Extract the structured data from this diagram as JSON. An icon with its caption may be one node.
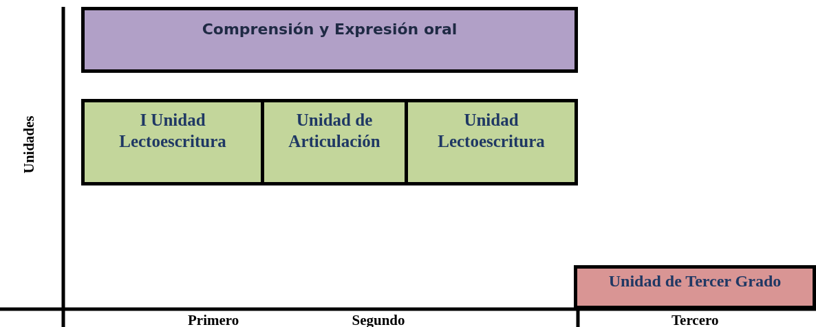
{
  "diagram": {
    "nodes": [
      {
        "text": [
          "Comprensión y Expresión oral"
        ]
      },
      {
        "text": [
          "I Unidad Lectoescritura"
        ]
      },
      {
        "text": [
          "Unidad de Articulación"
        ]
      },
      {
        "text": [
          "Unidad Lectoescritura"
        ]
      },
      {
        "text": [
          "Unidad de Tercer Grado"
        ]
      }
    ],
    "edges": [],
    "labels": [
      "Unidades",
      "Primero",
      "Segundo",
      "Tercero"
    ]
  }
}
